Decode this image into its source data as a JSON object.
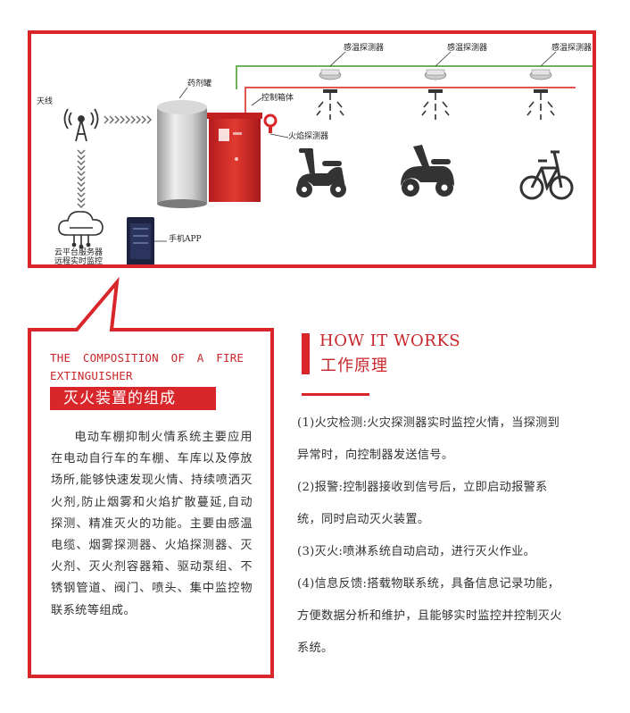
{
  "diagram": {
    "antenna_label": "天线",
    "cloud_label_line1": "云平台服务器",
    "cloud_label_line2": "远程实时监控",
    "tank_label": "药剂罐",
    "control_box_label": "控制箱体",
    "flame_detector_label": "火焰探测器",
    "phone_label": "手机APP",
    "heat_detector_labels": [
      "感温探测器",
      "感温探测器",
      "感温探测器"
    ],
    "colors": {
      "accent": "#d8262b",
      "green_pipe": "#5aa84a",
      "red_pipe": "#d8262b",
      "icon": "#333333"
    },
    "icons": [
      "antenna-icon",
      "cloud-server-icon",
      "tank-icon",
      "control-box-icon",
      "flame-detector-icon",
      "phone-icon",
      "heat-detector-icon",
      "sprinkler-icon",
      "electric-scooter-icon",
      "moped-icon",
      "bicycle-icon"
    ]
  },
  "composition": {
    "title_en": "THE COMPOSITION OF A FIRE EXTINGUISHER",
    "title_cn": "灭火装置的组成",
    "body": "电动车棚抑制火情系统主要应用在电动自行车的车棚、车库以及停放场所,能够快速发现火情、持续喷洒灭火剂,防止烟雾和火焰扩散蔓延,自动探测、精准灭火的功能。主要由感温电缆、烟雾探测器、火焰探测器、灭火剂、灭火剂容器箱、驱动泵组、不锈钢管道、阀门、喷头、集中监控物联系统等组成。"
  },
  "how_it_works": {
    "title_en": "HOW IT WORKS",
    "title_cn": "工作原理",
    "steps": [
      "(1)火灾检测:火灾探测器实时监控火情，当探测到异常时，向控制器发送信号。",
      "(2)报警:控制器接收到信号后，立即启动报警系统，同时启动灭火装置。",
      "(3)灭火:喷淋系统自动启动，进行灭火作业。",
      "(4)信息反馈:搭载物联系统，具备信息记录功能，方便数据分析和维护，且能够实时监控并控制灭火系统。"
    ]
  }
}
